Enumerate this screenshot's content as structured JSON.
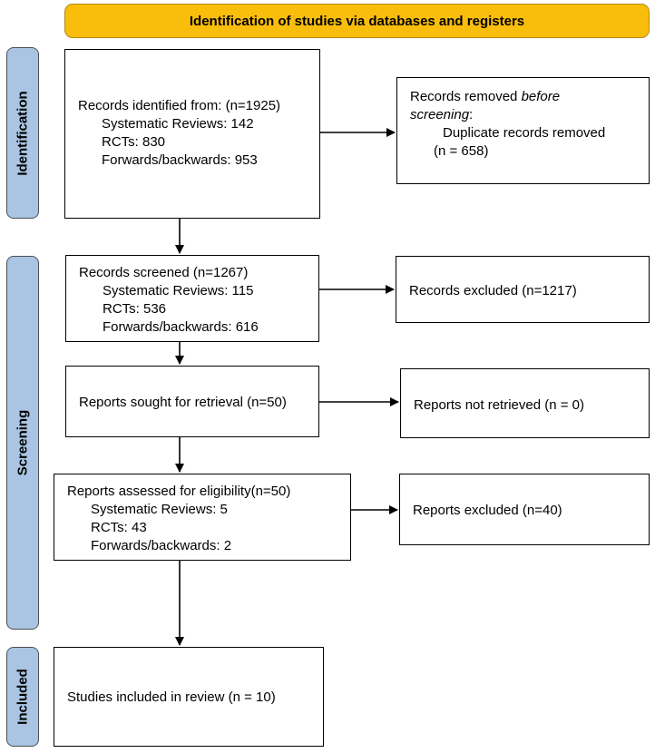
{
  "header": {
    "title": "Identification of studies via databases and registers"
  },
  "phases": {
    "identification": "Identification",
    "screening": "Screening",
    "included": "Included"
  },
  "records_identified": {
    "title": "Records identified from: (n=1925)",
    "items": [
      "Systematic Reviews: 142",
      "RCTs: 830",
      "Forwards/backwards: 953"
    ]
  },
  "records_removed": {
    "line1_prefix": "Records removed ",
    "line1_emphasis": "before",
    "line2_emphasis": "screening",
    "line2_suffix": ":",
    "detail": "Duplicate records removed",
    "count": "(n = 658)"
  },
  "records_screened": {
    "title": "Records screened (n=1267)",
    "items": [
      "Systematic Reviews: 115",
      "RCTs: 536",
      "Forwards/backwards: 616"
    ]
  },
  "records_excluded": {
    "text": "Records excluded (n=1217)"
  },
  "reports_sought": {
    "text": "Reports sought for retrieval (n=50)"
  },
  "reports_not_retrieved": {
    "text": "Reports not retrieved (n = 0)"
  },
  "reports_assessed": {
    "title": "Reports assessed for eligibility(n=50)",
    "items": [
      "Systematic Reviews: 5",
      "RCTs: 43",
      "Forwards/backwards: 2"
    ]
  },
  "reports_excluded": {
    "text": "Reports excluded (n=40)"
  },
  "studies_included": {
    "text": "Studies included in review (n = 10)"
  }
}
